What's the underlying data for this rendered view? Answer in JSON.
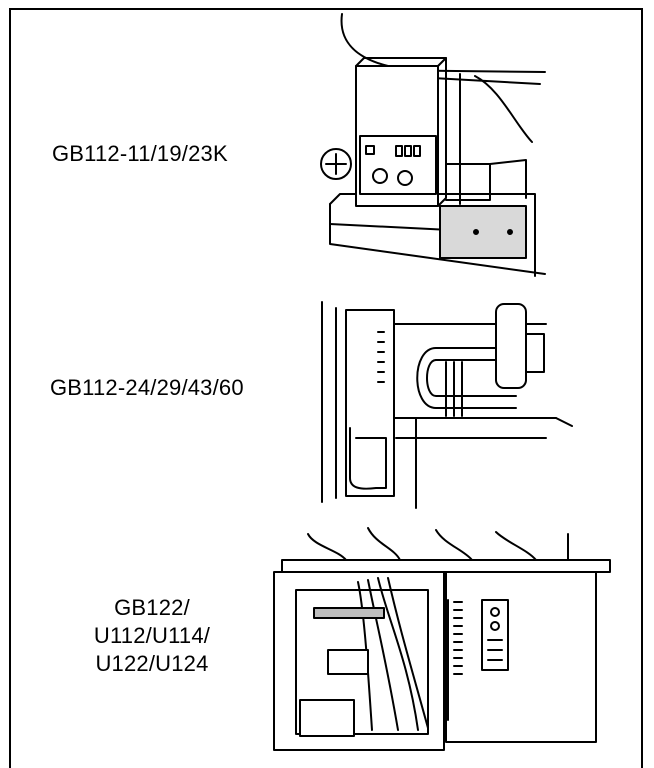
{
  "labels": {
    "model_group_1": "GB112-11/19/23K",
    "model_group_2": "GB112-24/29/43/60",
    "model_group_3_lines": [
      "GB122/",
      "U112/U114/",
      "U122/U124"
    ]
  },
  "colors": {
    "ink": "#000000",
    "paper": "#ffffff",
    "panel_gray": "#d9d9d9",
    "shade_gray": "#bdbdbd"
  }
}
